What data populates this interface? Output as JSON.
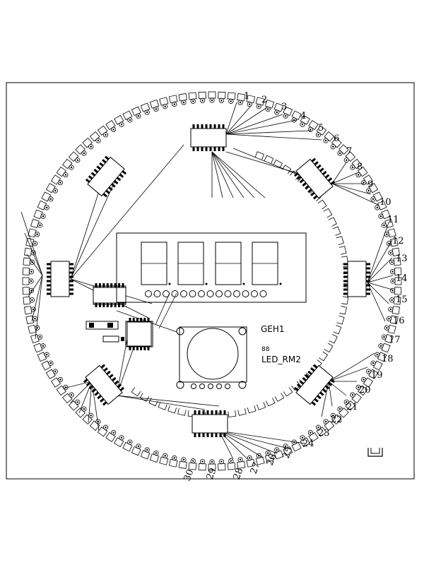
{
  "ring_labels_right": [
    "1",
    "2",
    "3",
    "4",
    "5",
    "6",
    "7",
    "8",
    "9",
    "10",
    "11",
    "12",
    "13",
    "14",
    "15",
    "16",
    "17",
    "18",
    "19",
    "20",
    "21",
    "22",
    "23",
    "24"
  ],
  "ring_labels_bottom": [
    "25",
    "26",
    "27",
    "28",
    "29",
    "30"
  ],
  "center": {
    "label_geh": "GEH1",
    "label_led": "LED_RM2",
    "ref_glyph": "88"
  },
  "colors": {
    "stroke": "#000000",
    "background": "#ffffff"
  }
}
